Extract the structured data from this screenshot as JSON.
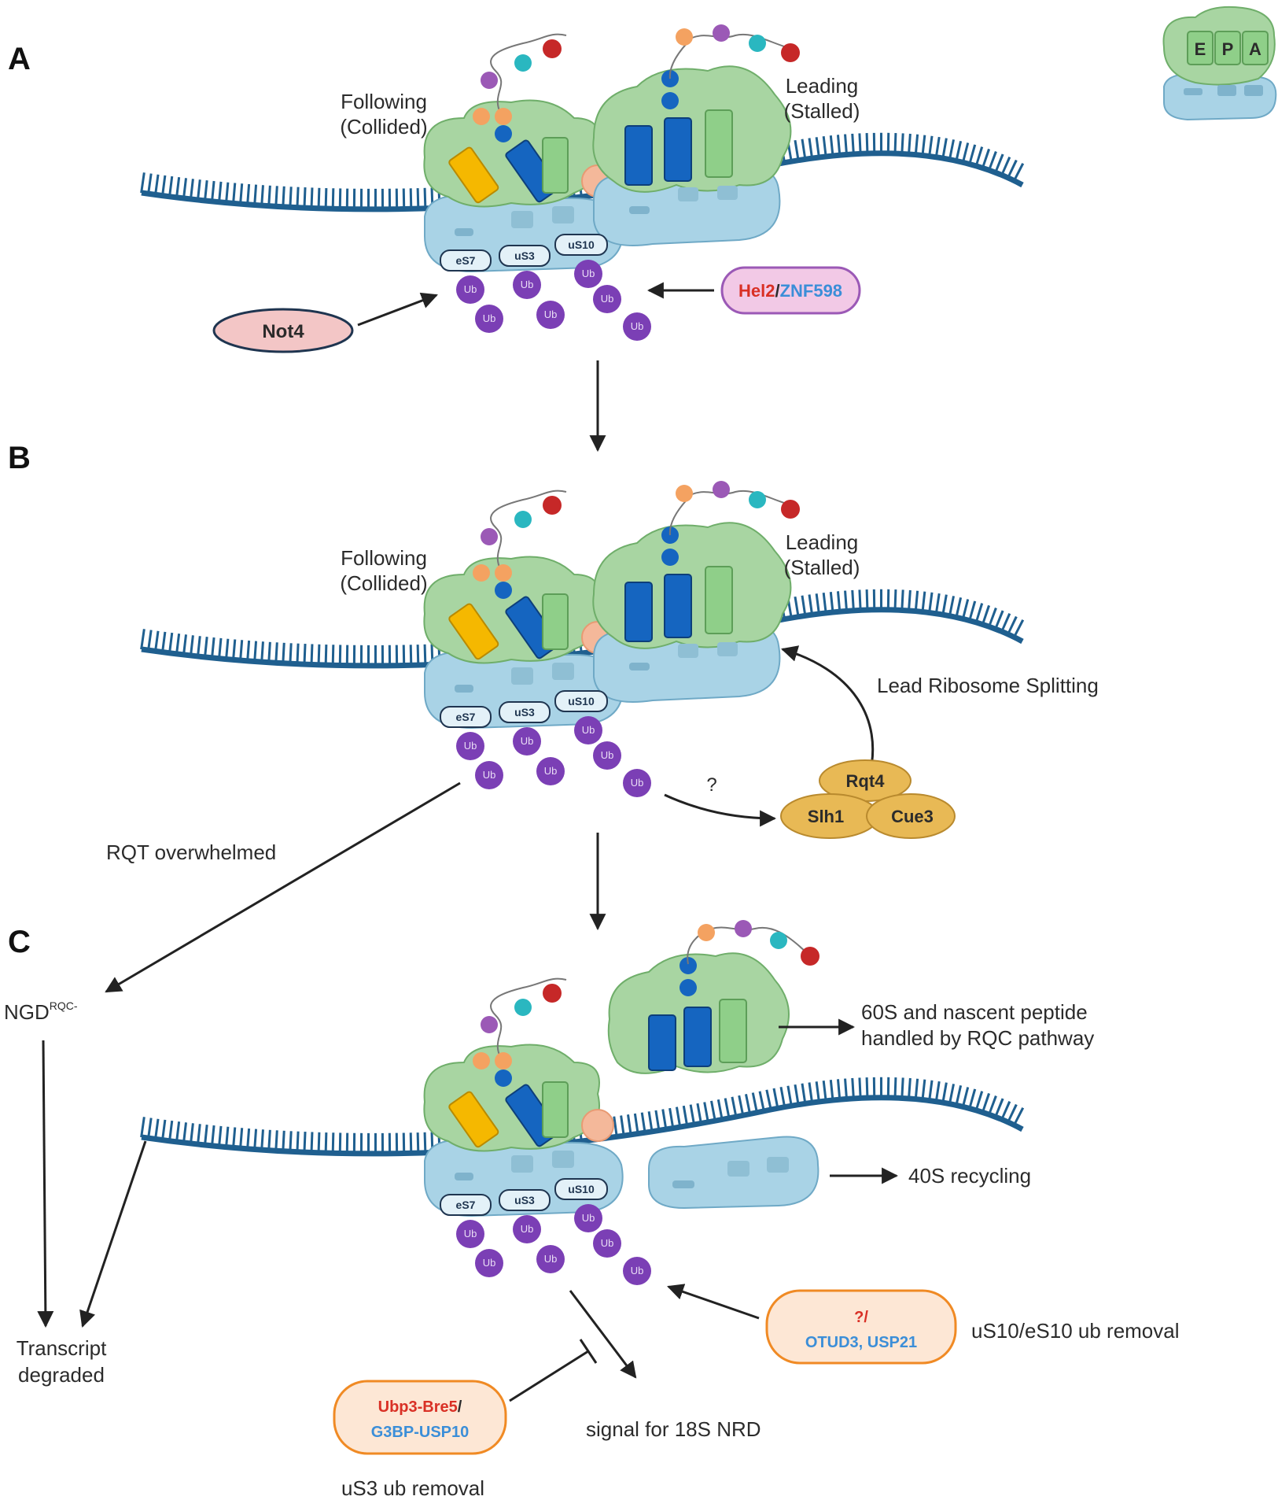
{
  "panels": {
    "a": "A",
    "b": "B",
    "c": "C"
  },
  "ribosome": {
    "following": [
      "Following",
      "(Collided)"
    ],
    "leading": [
      "Leading",
      "(Stalled)"
    ],
    "proteins": [
      "eS7",
      "uS3",
      "uS10"
    ],
    "ub": "Ub"
  },
  "legend_sites": {
    "e": "E",
    "p": "P",
    "a": "A"
  },
  "panel_a": {
    "not4": "Not4",
    "hel2": "Hel2",
    "slash": "/",
    "znf598": "ZNF598"
  },
  "panel_b": {
    "lead_splitting": "Lead Ribosome Splitting",
    "question": "?",
    "rqt4": "Rqt4",
    "slh1": "Slh1",
    "cue3": "Cue3",
    "rqt_overwhelmed": "RQT overwhelmed"
  },
  "panel_c": {
    "ngd": "NGD",
    "ngd_sup": "RQC-",
    "transcript_degraded": [
      "Transcript",
      "degraded"
    ],
    "rqc_60s": [
      "60S and nascent peptide",
      "handled by RQC pathway"
    ],
    "recycling_40s": "40S recycling",
    "us10_enzyme_top": "?/",
    "us10_enzyme_bottom": "OTUD3, USP21",
    "us10_removal": "uS10/eS10 ub removal",
    "us3_enzyme_red": "Ubp3-Bre5",
    "us3_enzyme_slash": "/",
    "us3_enzyme_blue": "G3BP-USP10",
    "us3_removal": "uS3 ub removal",
    "nrd_signal": "signal for 18S NRD"
  },
  "colors": {
    "mrna": "#1f5f8f",
    "small_subunit": "#a9d3e6",
    "large_subunit": "#a8d5a2",
    "trna_blue": "#1565c0",
    "trna_yellow": "#f5b800",
    "ubiquitin": "#7b3fb5",
    "not4_fill": "#f3c6c6",
    "hel2_fill": "#f2c9e6",
    "rqt_fill": "#e8b955",
    "dub_fill": "#fde7d5",
    "red_text": "#d93025",
    "blue_text": "#3b8ed8"
  }
}
